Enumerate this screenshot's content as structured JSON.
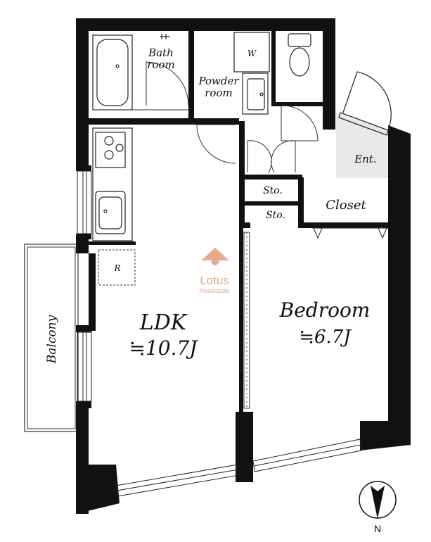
{
  "rooms": {
    "bath": {
      "line1": "Bath",
      "line2": "room"
    },
    "powder": {
      "line1": "Powder",
      "line2": "room"
    },
    "washer": "W",
    "entrance": "Ent.",
    "storage_upper": "Sto.",
    "storage_lower": "Sto.",
    "closet": "Closet",
    "fridge": "R",
    "ldk": {
      "name": "LDK",
      "size": "≒10.7J"
    },
    "bedroom": {
      "name": "Bedroom",
      "size": "≒6.7J"
    },
    "balcony": "Balcony"
  },
  "compass": {
    "label": "N"
  },
  "watermark": {
    "brand": "Lotus",
    "sub": "Realestate"
  },
  "colors": {
    "wall": "#111111",
    "entrance_floor": "#e8e8e8",
    "watermark": "#e7a98f"
  }
}
